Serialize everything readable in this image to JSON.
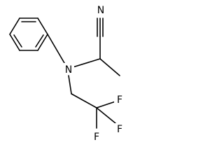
{
  "molecule": {
    "atoms": {
      "nitrile_n": "N",
      "amine_n": "N",
      "fluorine_1": "F",
      "fluorine_2": "F",
      "fluorine_3": "F"
    }
  },
  "colors": {
    "bond": "#000000",
    "background": "#ffffff"
  }
}
